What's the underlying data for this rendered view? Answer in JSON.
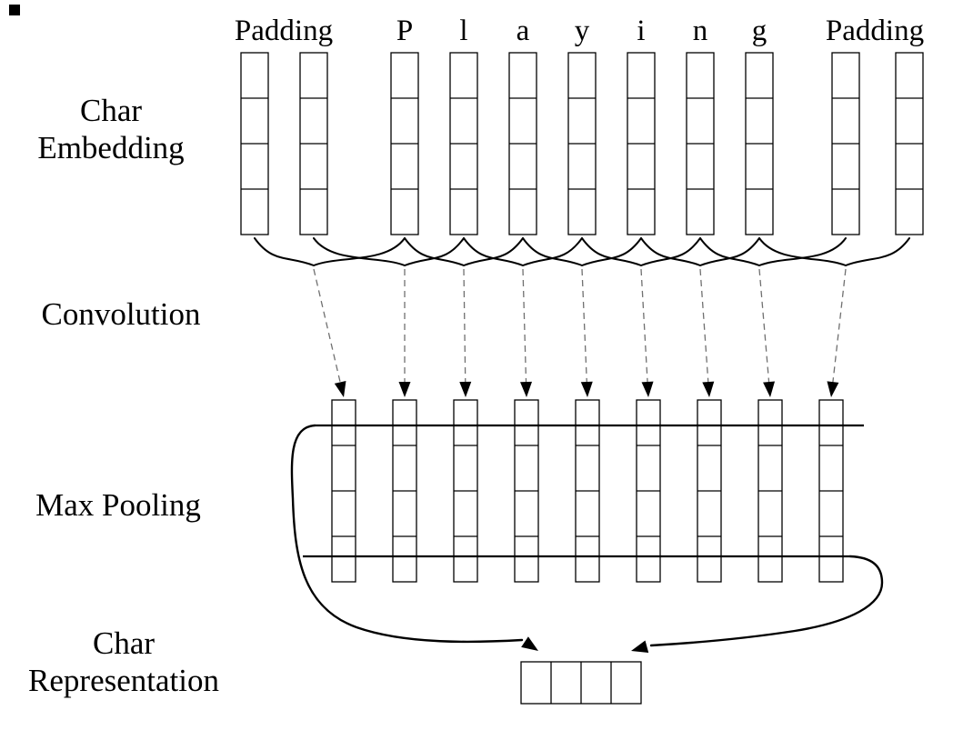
{
  "tokens": [
    "Padding",
    "P",
    "l",
    "a",
    "y",
    "i",
    "n",
    "g",
    "Padding"
  ],
  "labels": {
    "char_embedding_line1": "Char",
    "char_embedding_line2": "Embedding",
    "convolution": "Convolution",
    "max_pooling": "Max Pooling",
    "char_representation_line1": "Char",
    "char_representation_line2": "Representation"
  },
  "structure": {
    "embedding_columns": 11,
    "embedding_cells_per_column": 4,
    "conv_window_size": 3,
    "conv_columns": 9,
    "conv_cells_per_column": 4,
    "representation_cells": 4
  },
  "colors": {
    "stroke": "#000000",
    "background": "#ffffff",
    "dashed_arrow": "#707070"
  }
}
